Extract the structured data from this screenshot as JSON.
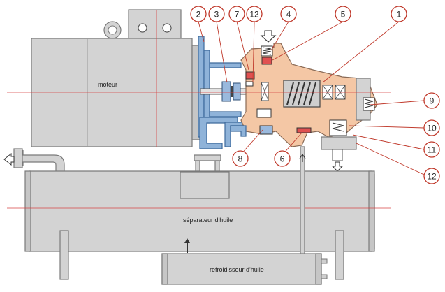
{
  "labels": {
    "motor": "moteur",
    "separator": "séparateur d'huile",
    "cooler": "refroidisseur d'huile"
  },
  "callouts": {
    "c2": "2",
    "c3": "3",
    "c7": "7",
    "c12a": "12",
    "c4": "4",
    "c5": "5",
    "c1": "1",
    "c9": "9",
    "c10": "10",
    "c11": "11",
    "c12b": "12",
    "c8": "8",
    "c6": "6"
  },
  "colors": {
    "housing": "#d3d3d3",
    "flange": "#8fb3d9",
    "compressor": "#f4c7a5",
    "callout": "#c0392b",
    "axis": "#d64545"
  },
  "icons": [
    "arrow-in-icon",
    "arrow-left-icon",
    "arrow-down-icon",
    "arrow-up-icon",
    "screw-rotor-icon"
  ]
}
